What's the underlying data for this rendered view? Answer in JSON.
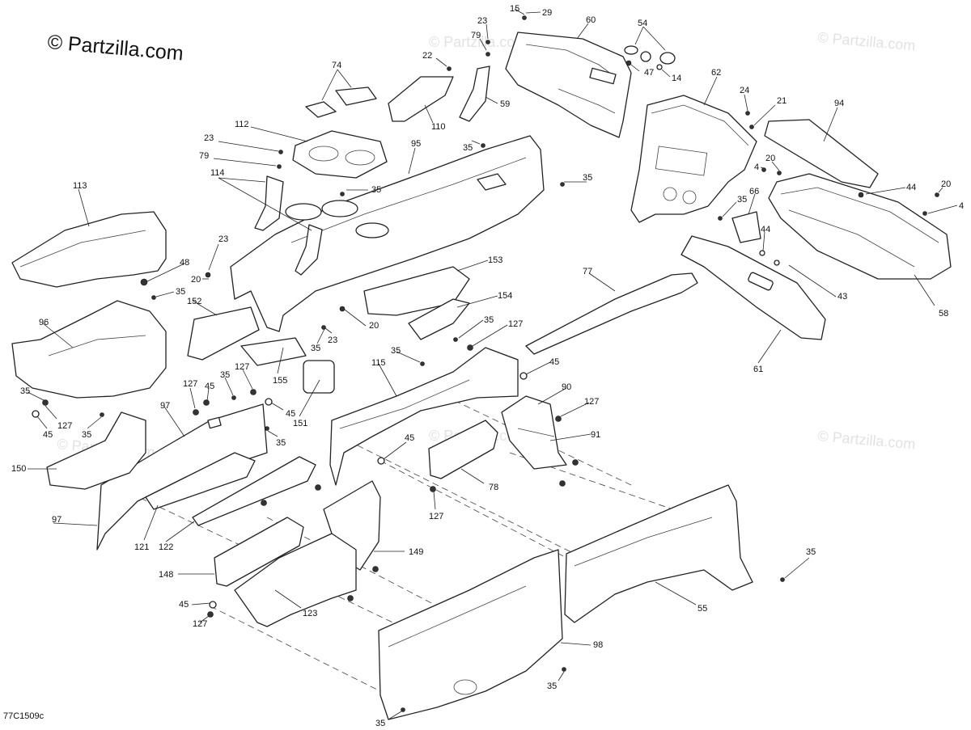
{
  "watermark": {
    "brand": "© Partzilla.com",
    "faint": "© Partzilla.com"
  },
  "diagram_code": "77C1509c",
  "callouts": {
    "c15": "15",
    "c29": "29",
    "c60": "60",
    "c23a": "23",
    "c79a": "79",
    "c22": "22",
    "c54": "54",
    "c47": "47",
    "c14": "14",
    "c74": "74",
    "c59": "59",
    "c110": "110",
    "c62": "62",
    "c24": "24",
    "c21": "21",
    "c94": "94",
    "c112": "112",
    "c23b": "23",
    "c79b": "79",
    "c35a": "35",
    "c95": "95",
    "c114": "114",
    "c35b": "35",
    "c35c": "35",
    "c113": "113",
    "c23c": "23",
    "c20a": "20",
    "c20b": "20",
    "c4a": "4",
    "c44a": "44",
    "c35d": "35",
    "c66": "66",
    "c4b": "4",
    "c44b": "44",
    "c48": "48",
    "c35e": "35",
    "c153": "153",
    "c77": "77",
    "c152": "152",
    "c154": "154",
    "c43": "43",
    "c96": "96",
    "c23d": "23",
    "c20c": "20",
    "c35f": "35",
    "c127a": "127",
    "c35g": "35",
    "c58": "58",
    "c61": "61",
    "c35h": "35",
    "c115": "115",
    "c45a": "45",
    "c127b": "127",
    "c35i": "35",
    "c127c": "127",
    "c155": "155",
    "c90": "90",
    "c127d": "127",
    "c45b": "45",
    "c35j": "35",
    "c151": "151",
    "c35k": "35",
    "c127e": "127",
    "c97a": "97",
    "c45c": "45",
    "c35l": "35",
    "c91": "91",
    "c45d": "45",
    "c35m": "35",
    "c150": "150",
    "c78": "78",
    "c127f": "127",
    "c97b": "97",
    "c121": "121",
    "c122": "122",
    "c149": "149",
    "c148": "148",
    "c35n": "35",
    "c45e": "45",
    "c123": "123",
    "c127g": "127",
    "c55": "55",
    "c98": "98",
    "c35o": "35",
    "c35p": "35",
    "c127h": "127"
  }
}
